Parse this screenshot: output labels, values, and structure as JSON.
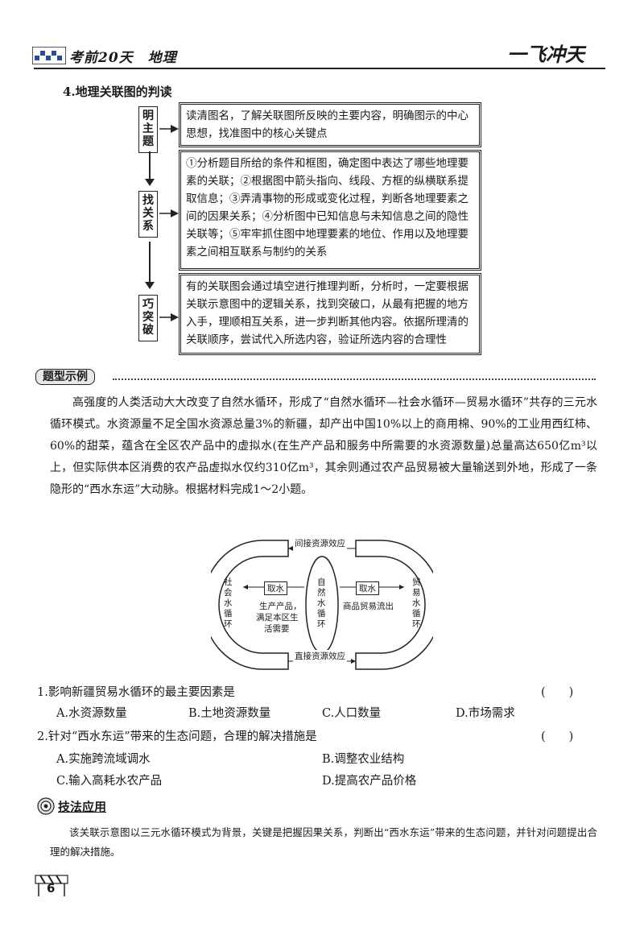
{
  "header": {
    "title": "考前20天　地理",
    "brand": "一飞冲天"
  },
  "section": {
    "title": "4.地理关联图的判读"
  },
  "flow": [
    {
      "label": "明主题",
      "text": "读清图名，了解关联图所反映的主要内容，明确图示的中心思想，找准图中的核心关键点"
    },
    {
      "label": "找关系",
      "text": "①分析题目所给的条件和框图，确定图中表达了哪些地理要素的关联；②根据图中箭头指向、线段、方框的纵横联系提取信息；③弄清事物的形成或变化过程，判断各地理要素之间的因果关系；④分析图中已知信息与未知信息之间的隐性关联等；⑤牢牢抓住图中地理要素的地位、作用以及地理要素之间相互联系与制约的关系"
    },
    {
      "label": "巧突破",
      "text": "有的关联图会通过填空进行推理判断，分析时，一定要根据关联示意图中的逻辑关系，找到突破口，从最有把握的地方入手，理顺相互关系，进一步判断其他内容。依据所理清的关联顺序，尝试代入所选内容，验证所选内容的合理性"
    }
  ],
  "example": {
    "heading": "题型示例",
    "paragraph": "高强度的人类活动大大改变了自然水循环，形成了“自然水循环—社会水循环—贸易水循环”共存的三元水循环模式。水资源量不足全国水资源总量3%的新疆，却产出中国10%以上的商用棉、90%的工业用西红柿、60%的甜菜，蕴含在全区农产品中的虚拟水(在生产产品和服务中所需要的水资源数量)总量高达650亿m³以上，但实际供本区消费的农产品虚拟水仅约310亿m³，其余则通过农产品贸易被大量输送到外地，形成了一条隐形的“西水东运”大动脉。根据材料完成1～2小题。"
  },
  "diagram": {
    "top_label": "间接资源效应",
    "bottom_label": "直接资源效应",
    "left_ring": "社会水循环",
    "center": "自然水循环",
    "right_ring": "贸易水循环",
    "left_box": "取水",
    "left_text_1": "生产产品，",
    "left_text_2": "满足本区生",
    "left_text_3": "活需要",
    "right_box": "取水",
    "right_text": "商品贸易流出"
  },
  "questions": [
    {
      "stem": "1.影响新疆贸易水循环的最主要因素是",
      "paren": "(　　)",
      "options": [
        "A.水资源数量",
        "B.土地资源数量",
        "C.人口数量",
        "D.市场需求"
      ]
    },
    {
      "stem": "2.针对“西水东运”带来的生态问题，合理的解决措施是",
      "paren": "(　　)",
      "options": [
        "A.实施跨流域调水",
        "B.调整农业结构",
        "C.输入高耗水农产品",
        "D.提高农产品价格"
      ]
    }
  ],
  "tips": {
    "heading": "技法应用",
    "text": "该关联示意图以三元水循环模式为背景，关键是把握因果关系，判断出“西水东运”带来的生态问题，并针对问题提出合理的解决措施。"
  },
  "page_number": "6"
}
